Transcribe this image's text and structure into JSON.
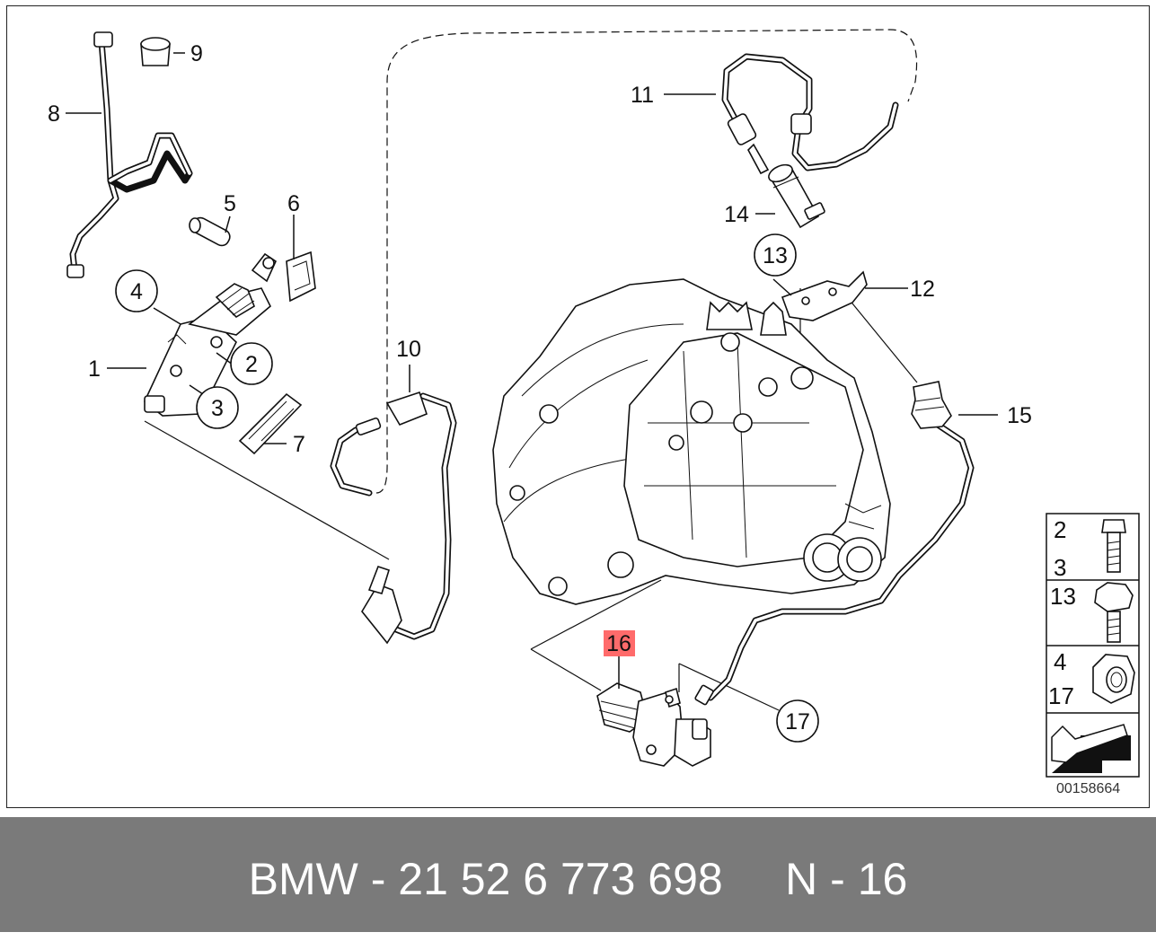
{
  "diagram": {
    "callouts": [
      {
        "id": "1",
        "label": "1",
        "circled": false
      },
      {
        "id": "2",
        "label": "2",
        "circled": true
      },
      {
        "id": "3",
        "label": "3",
        "circled": true
      },
      {
        "id": "4",
        "label": "4",
        "circled": true
      },
      {
        "id": "5",
        "label": "5",
        "circled": false
      },
      {
        "id": "6",
        "label": "6",
        "circled": false
      },
      {
        "id": "7",
        "label": "7",
        "circled": false
      },
      {
        "id": "8",
        "label": "8",
        "circled": false
      },
      {
        "id": "9",
        "label": "9",
        "circled": false
      },
      {
        "id": "10",
        "label": "10",
        "circled": false
      },
      {
        "id": "11",
        "label": "11",
        "circled": false
      },
      {
        "id": "12",
        "label": "12",
        "circled": false
      },
      {
        "id": "13",
        "label": "13",
        "circled": true
      },
      {
        "id": "14",
        "label": "14",
        "circled": false
      },
      {
        "id": "15",
        "label": "15",
        "circled": false
      },
      {
        "id": "16",
        "label": "16",
        "circled": false,
        "highlighted": true
      },
      {
        "id": "17",
        "label": "17",
        "circled": true
      }
    ],
    "legend": {
      "rows": [
        {
          "labels": [
            "2",
            "3"
          ],
          "icon": "hex-bolt-icon"
        },
        {
          "labels": [
            "13"
          ],
          "icon": "flange-bolt-icon"
        },
        {
          "labels": [
            "4",
            "17"
          ],
          "icon": "hex-nut-icon"
        },
        {
          "labels": [],
          "icon": "direction-arrow-icon"
        }
      ]
    },
    "catalog_number": "00158664",
    "highlight_color": "#ff6b6b"
  },
  "footer": {
    "text": "BMW - 21 52 6 773 698     N - 16"
  }
}
